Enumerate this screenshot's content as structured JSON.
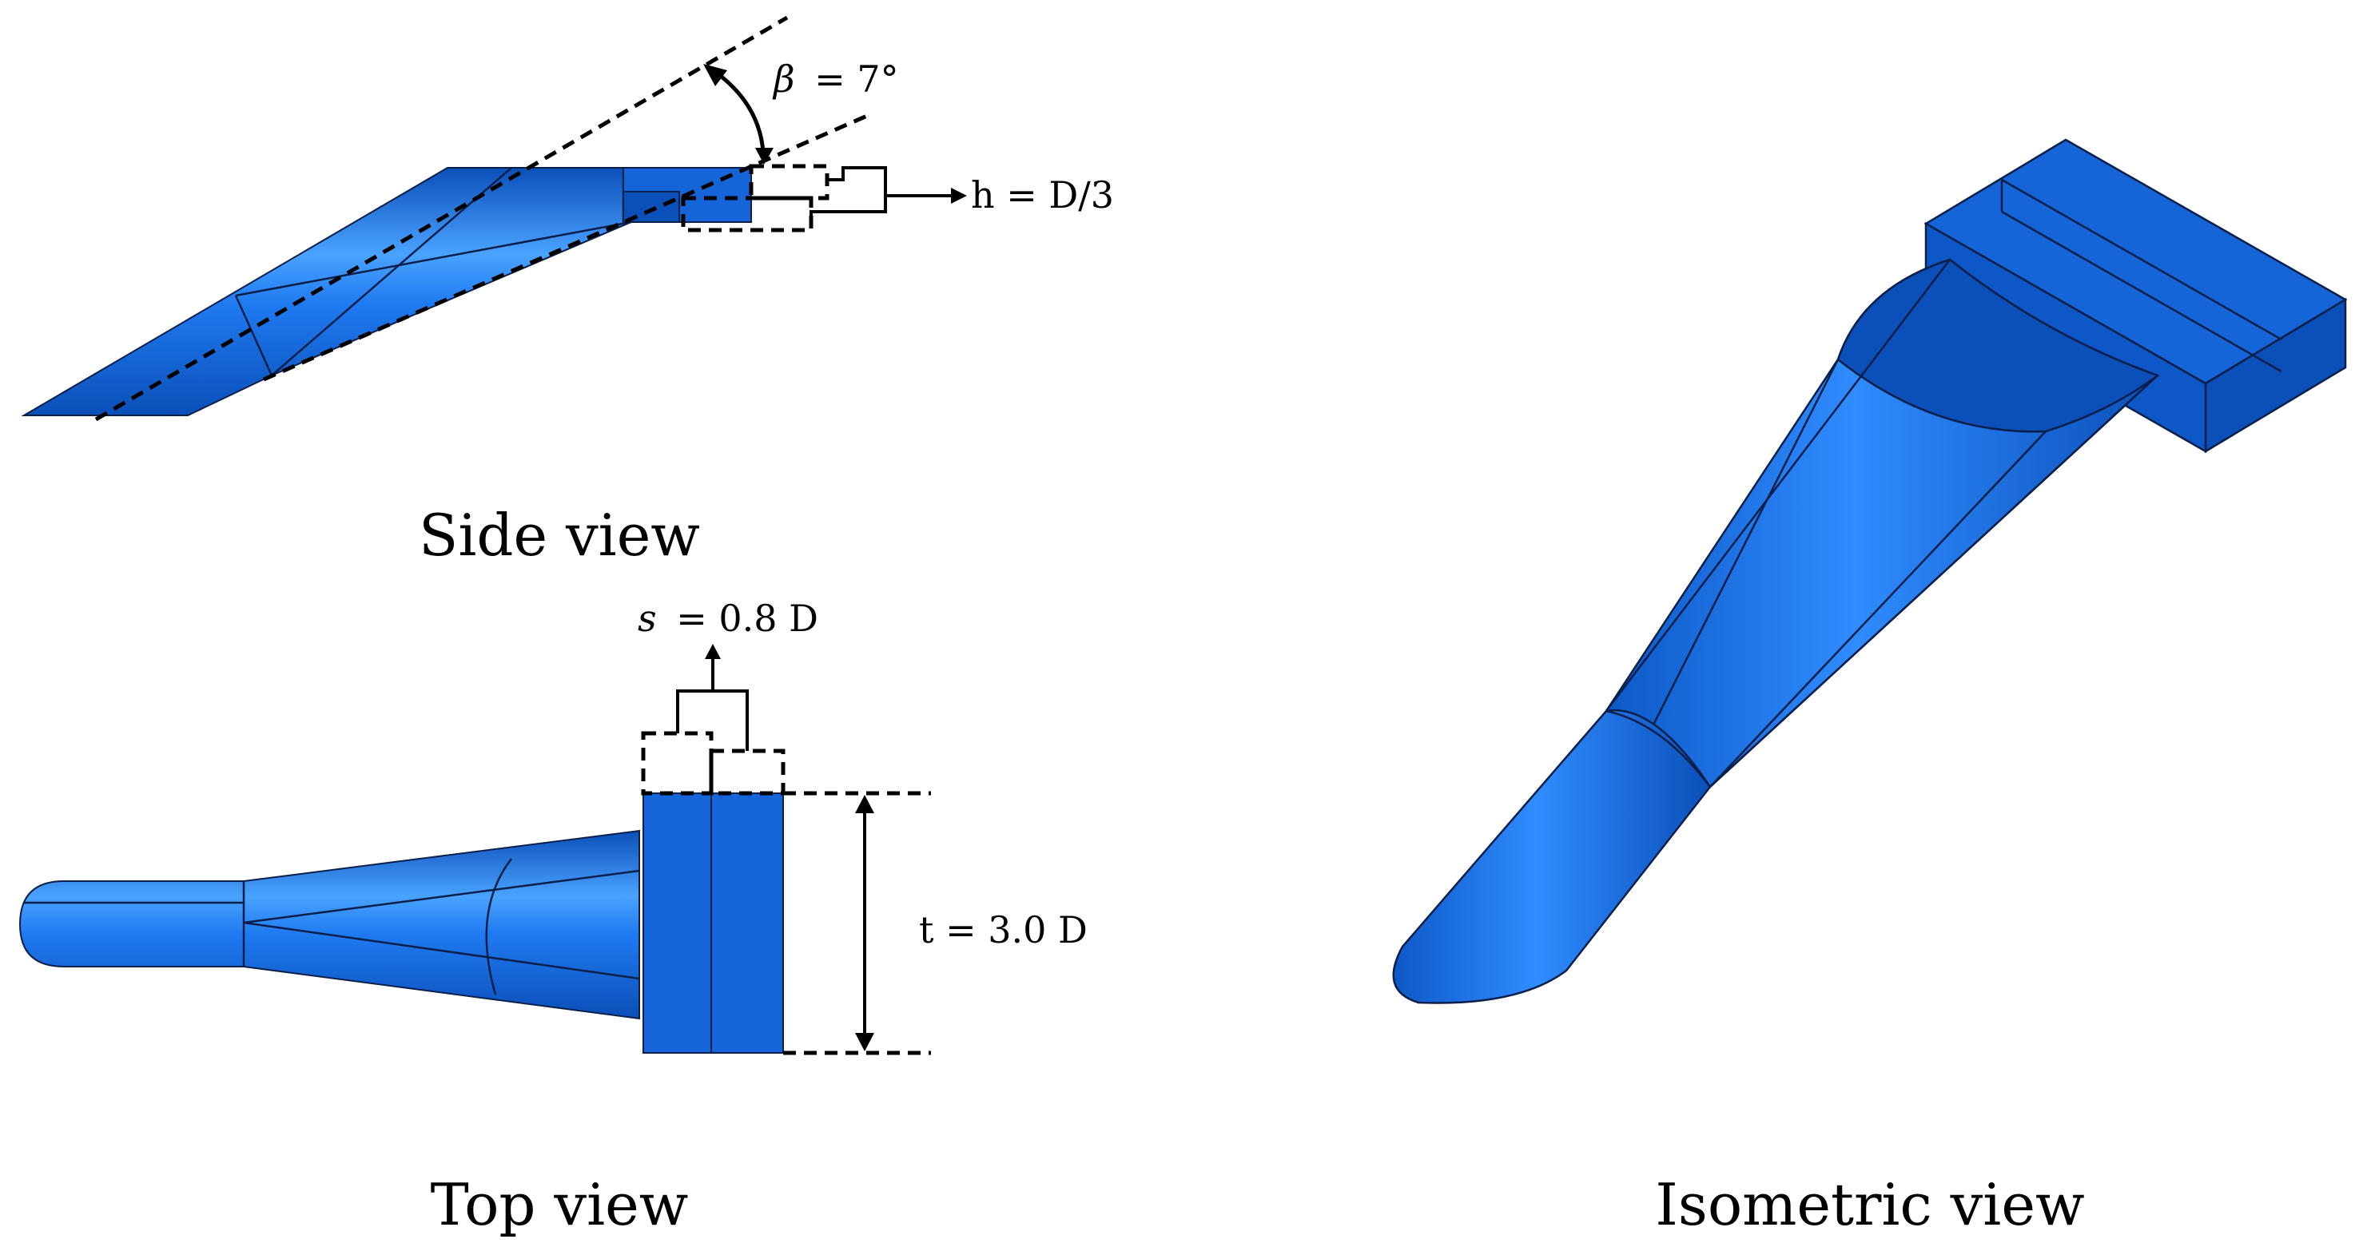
{
  "captions": {
    "side": "Side view",
    "top": "Top view",
    "isometric": "Isometric view"
  },
  "annotations": {
    "beta_symbol": "β",
    "beta_value": "= 7°",
    "h_label": "h = D/3",
    "s_symbol": "s",
    "s_value": "= 0.8 D",
    "t_label": "t = 3.0 D"
  },
  "colors": {
    "body_blue": "#1565d8",
    "body_dark": "#0b4fb8",
    "highlight": "#4aa3ff",
    "edge": "#0a1f4a",
    "dimension": "#000000"
  }
}
